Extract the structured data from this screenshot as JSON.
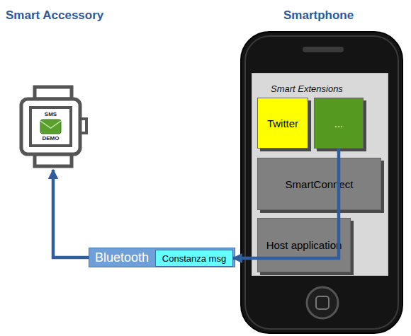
{
  "diagram": {
    "nodes": [
      {
        "text": [
          "Smart Extensions"
        ]
      },
      {
        "text": [
          "Twitter"
        ],
        "in": 0
      },
      {
        "text": [
          "..."
        ],
        "in": 0
      },
      {
        "text": [
          "SmartConnect"
        ],
        "in": 0
      },
      {
        "text": [
          "Host application"
        ],
        "in": 0
      },
      {
        "text": [
          "Bluetooth"
        ]
      },
      {
        "text": [
          "Constanza msg"
        ],
        "in": 5
      },
      {
        "text": [
          "SMS",
          "DEMO"
        ]
      }
    ],
    "edges": [
      {
        "from": 2,
        "to": 6,
        "arrow": "to"
      },
      {
        "from": 5,
        "to": 7,
        "arrow": "to"
      }
    ],
    "labels": [
      "Smart Accessory",
      "Smartphone"
    ]
  }
}
